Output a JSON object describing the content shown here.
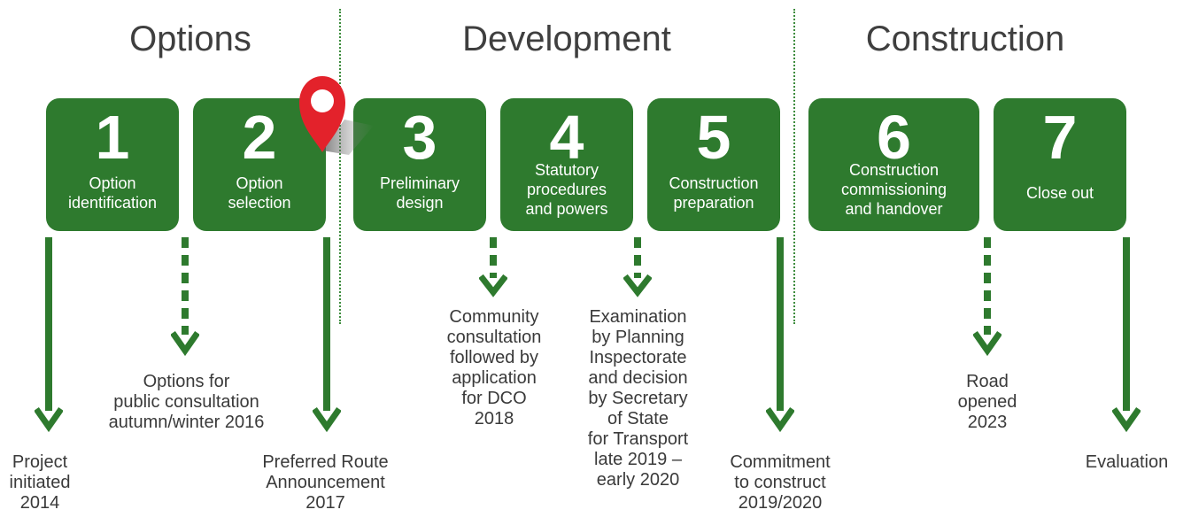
{
  "phases": [
    "Options",
    "Development",
    "Construction"
  ],
  "stages": [
    {
      "number": "1",
      "label": "Option\nidentification"
    },
    {
      "number": "2",
      "label": "Option\nselection"
    },
    {
      "number": "3",
      "label": "Preliminary\ndesign"
    },
    {
      "number": "4",
      "label": "Statutory\nprocedures\nand powers"
    },
    {
      "number": "5",
      "label": "Construction\npreparation"
    },
    {
      "number": "6",
      "label": "Construction\ncommissioning\nand handover"
    },
    {
      "number": "7",
      "label": "Close out"
    }
  ],
  "milestones": [
    {
      "text": "Project\ninitiated\n2014",
      "arrow": "solid"
    },
    {
      "text": "Options for\npublic consultation\nautumn/winter 2016",
      "arrow": "dashed"
    },
    {
      "text": "Preferred Route\nAnnouncement\n2017",
      "arrow": "solid"
    },
    {
      "text": "Community\nconsultation\nfollowed by\napplication\nfor DCO\n2018",
      "arrow": "dashed"
    },
    {
      "text": "Examination\nby Planning\nInspectorate\nand decision\nby Secretary\nof State\nfor Transport\nlate 2019 –\nearly 2020",
      "arrow": "dashed"
    },
    {
      "text": "Commitment\nto construct\n2019/2020",
      "arrow": "solid"
    },
    {
      "text": "Road\nopened\n2023",
      "arrow": "dashed"
    },
    {
      "text": "Evaluation",
      "arrow": "solid"
    }
  ],
  "colors": {
    "stage_green": "#2e7a2e",
    "marker_red": "#e3222b"
  },
  "marker": {
    "icon": "location-pin-icon",
    "current_stage": "2"
  }
}
